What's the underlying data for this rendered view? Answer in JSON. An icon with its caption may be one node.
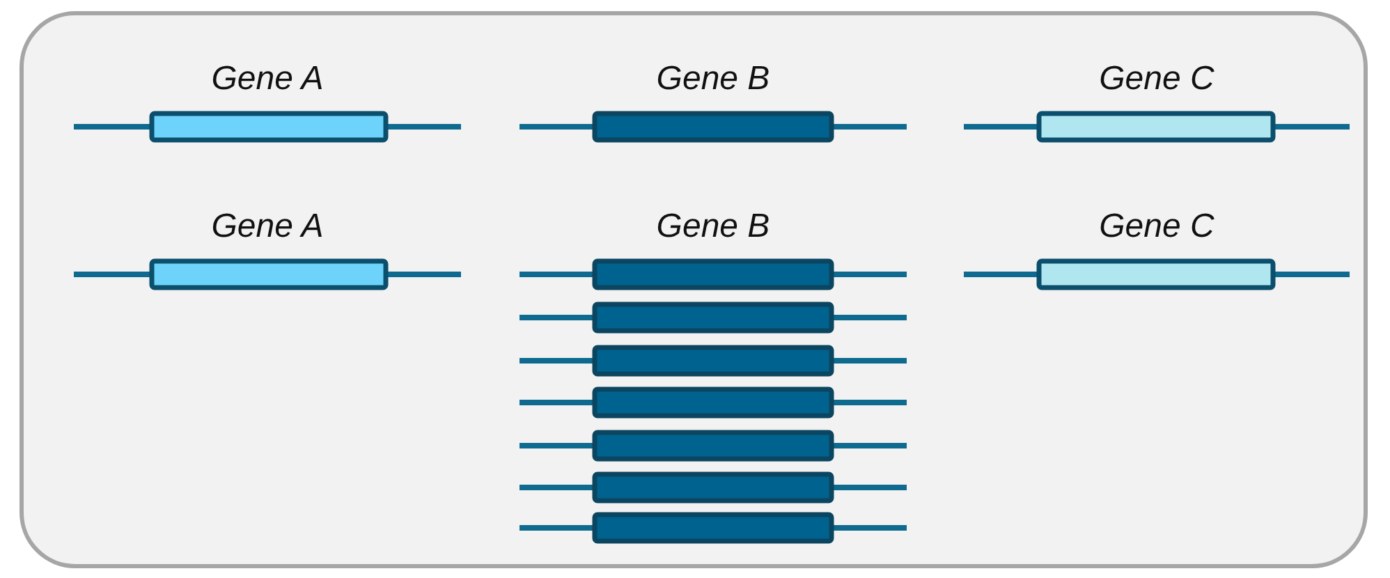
{
  "diagram": {
    "nodes": [
      {
        "text": [],
        "shape": "box"
      },
      {
        "text": [
          "Gene A"
        ],
        "in": 0
      },
      {
        "text": [
          "Gene B"
        ],
        "in": 0
      },
      {
        "text": [
          "Gene C"
        ],
        "in": 0
      },
      {
        "text": [
          "Gene A"
        ],
        "in": 0
      },
      {
        "text": [
          "Gene B"
        ],
        "in": 0
      },
      {
        "text": [
          "Gene C"
        ],
        "in": 0
      },
      {
        "text": [],
        "shape": "bar",
        "in": 0
      },
      {
        "text": [],
        "shape": "bar",
        "in": 0
      },
      {
        "text": [],
        "shape": "bar",
        "in": 0
      },
      {
        "text": [],
        "shape": "bar",
        "in": 0
      },
      {
        "text": [],
        "shape": "bar",
        "in": 0
      },
      {
        "text": [],
        "shape": "bar",
        "in": 0
      }
    ]
  }
}
